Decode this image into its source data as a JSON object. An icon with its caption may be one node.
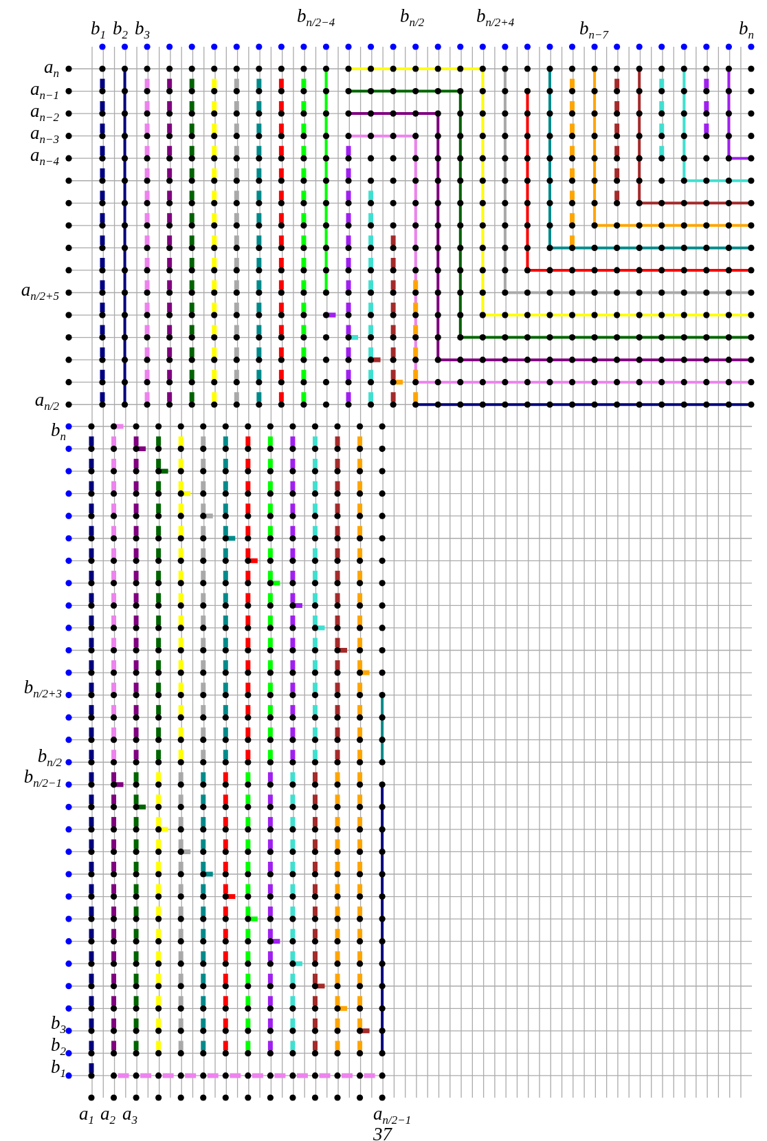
{
  "diagram": {
    "labels": [
      "b$_{1}$",
      "b$_{2}$",
      "b$_{3}$",
      "b$_{n/2−4}$",
      "b$_{n/2}$",
      "b$_{n/2+4}$",
      "b$_{n−7}$",
      "b$_{n}$",
      "a$_{n}$",
      "a$_{n−1}$",
      "a$_{n−2}$",
      "a$_{n−3}$",
      "a$_{n−4}$",
      "a$_{n/2+5}$",
      "a$_{n/2}$",
      "b$_{n}$",
      "b$_{n/2+3}$",
      "b$_{n/2}$",
      "b$_{n/2−1}$",
      "b$_{3}$",
      "b$_{2}$",
      "b$_{1}$",
      "a$_{1}$",
      "a$_{2}$",
      "a$_{3}$",
      "a$_{n/2−1}$",
      "37"
    ]
  }
}
